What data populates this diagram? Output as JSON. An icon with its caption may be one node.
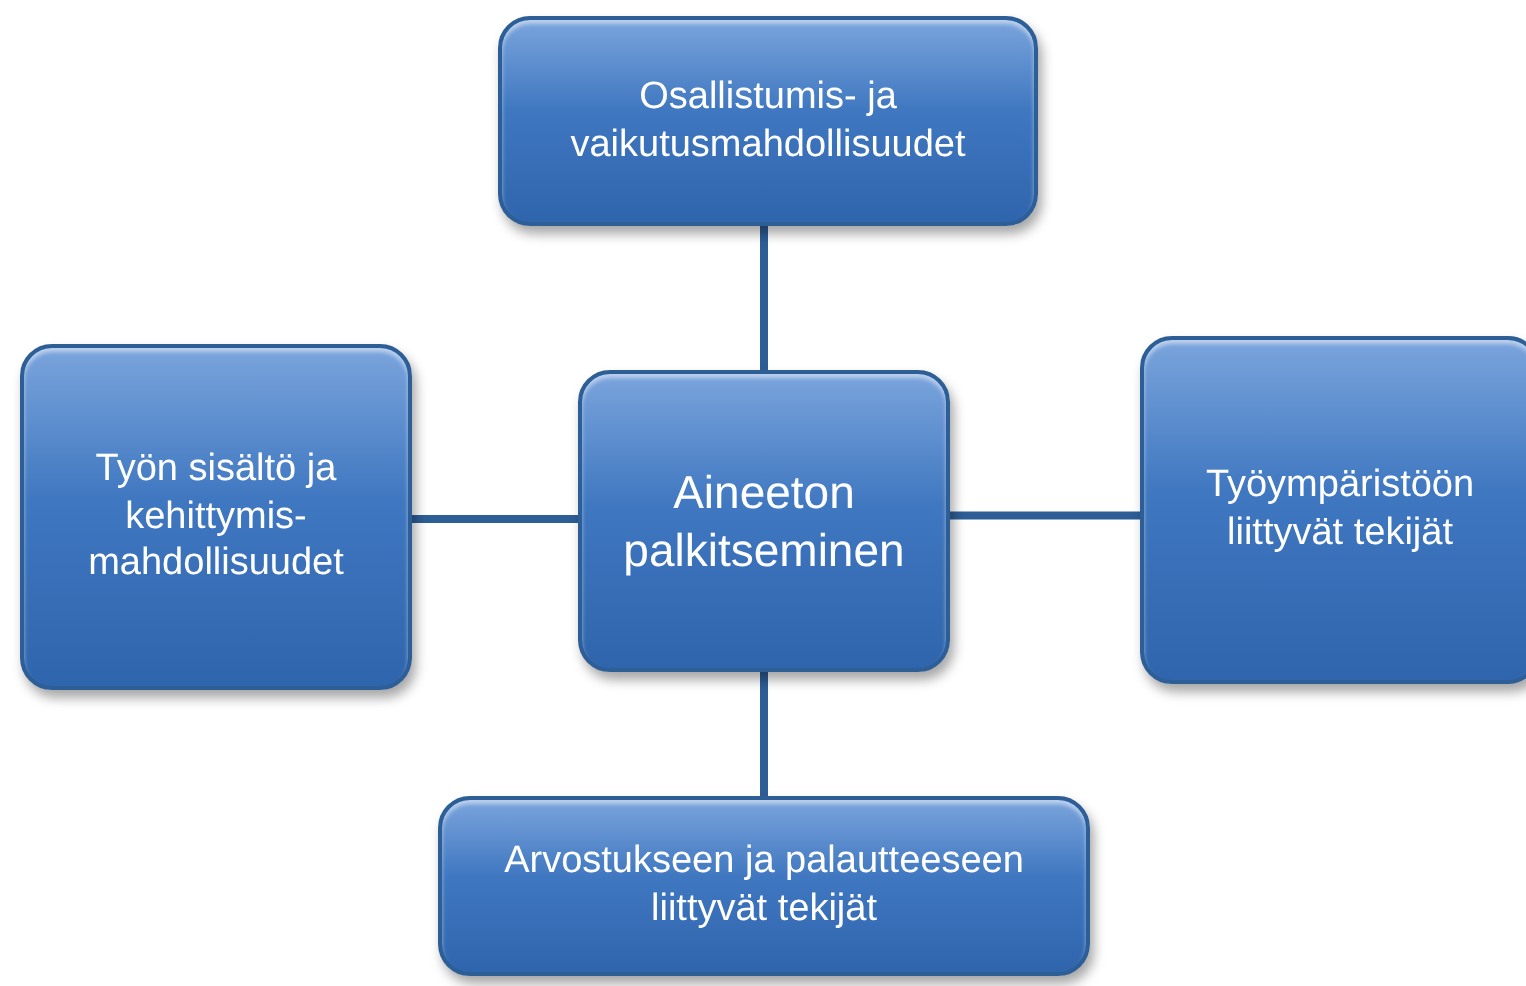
{
  "diagram": {
    "nodes": [
      {
        "text": [
          "Osallistumis- ja vaikutusmahdollisuudet"
        ]
      },
      {
        "text": [
          "Työn sisältö ja kehittymis- mahdollisuudet"
        ]
      },
      {
        "text": [
          "Aineeton palkitseminen"
        ]
      },
      {
        "text": [
          "Työympäristöön liittyvät tekijät"
        ]
      },
      {
        "text": [
          "Arvostukseen ja palautteeseen liittyvät tekijät"
        ]
      }
    ],
    "edges": [
      {
        "from": 2,
        "to": 0,
        "arrow": "none"
      },
      {
        "from": 2,
        "to": 1,
        "arrow": "none"
      },
      {
        "from": 2,
        "to": 3,
        "arrow": "none"
      },
      {
        "from": 2,
        "to": 4,
        "arrow": "none"
      }
    ]
  }
}
